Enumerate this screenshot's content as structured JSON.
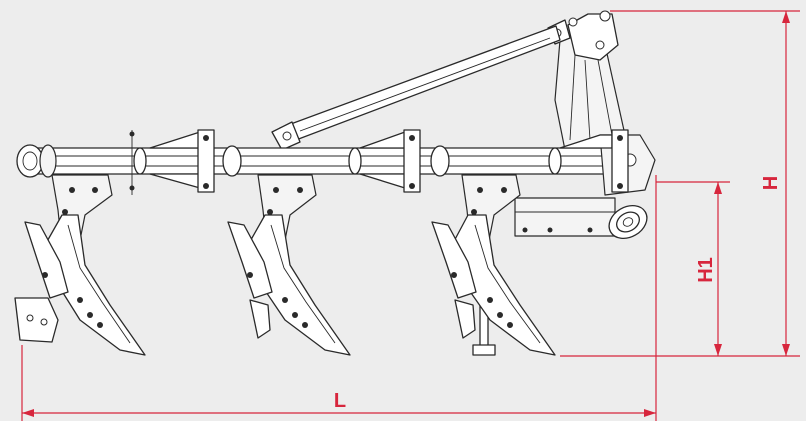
{
  "diagram": {
    "background": "#ededed",
    "dimension_color": "#d7263d",
    "line_color": "#2a2a2a",
    "labels": {
      "length": "L",
      "height": "H",
      "working_depth": "H1"
    }
  }
}
